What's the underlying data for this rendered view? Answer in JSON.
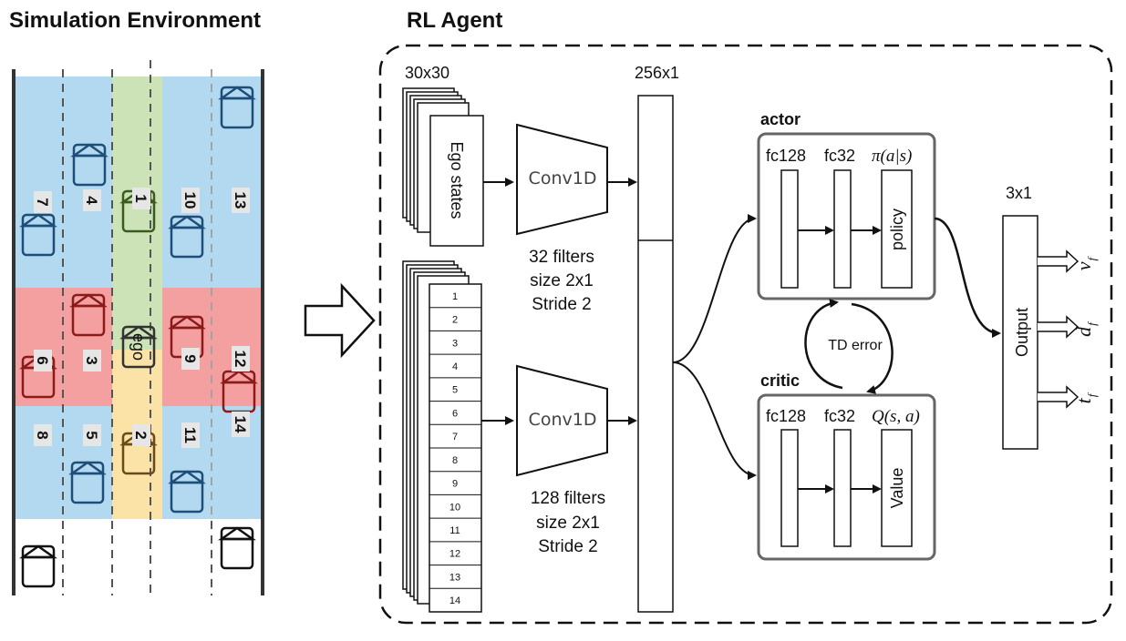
{
  "titles": {
    "sim": "Simulation Environment",
    "agent": "RL Agent"
  },
  "sim": {
    "lane_numbers": [
      "1",
      "2",
      "3",
      "4",
      "5",
      "6",
      "7",
      "8",
      "9",
      "10",
      "11",
      "12",
      "13",
      "14"
    ],
    "ego_label": "ego"
  },
  "agent": {
    "input_size": "30x30",
    "ego_states": "Ego states",
    "rows": [
      "1",
      "2",
      "3",
      "4",
      "5",
      "6",
      "7",
      "8",
      "9",
      "10",
      "11",
      "12",
      "13",
      "14"
    ],
    "conv_label": "Conv1D",
    "conv_top_desc": [
      "32 filters",
      "size 2x1",
      "Stride 2"
    ],
    "conv_bottom_desc": [
      "128 filters",
      "size 2x1",
      "Stride 2"
    ],
    "concat_size": "256x1",
    "actor": {
      "title": "actor",
      "fc1": "fc128",
      "fc2": "fc32",
      "head_label": "policy",
      "math": "π(a|s)"
    },
    "critic": {
      "title": "critic",
      "fc1": "fc128",
      "fc2": "fc32",
      "head_label": "Value",
      "math": "Q(s, a)"
    },
    "td_error": "TD error",
    "output_size": "3x1",
    "output_label": "Output",
    "outputs": [
      {
        "var": "v",
        "sub": "f"
      },
      {
        "var": "d",
        "sub": "f"
      },
      {
        "var": "t",
        "sub": "f"
      }
    ]
  },
  "colors": {
    "blue": "#b3d9f0",
    "red": "#f4a0a0",
    "green": "#cce3b8",
    "yellow": "#fbe2a6",
    "car_blue": "#1d4e7a",
    "car_red": "#8b1a1a",
    "car_green": "#3b5a1e",
    "car_brown": "#6b4a1a"
  }
}
